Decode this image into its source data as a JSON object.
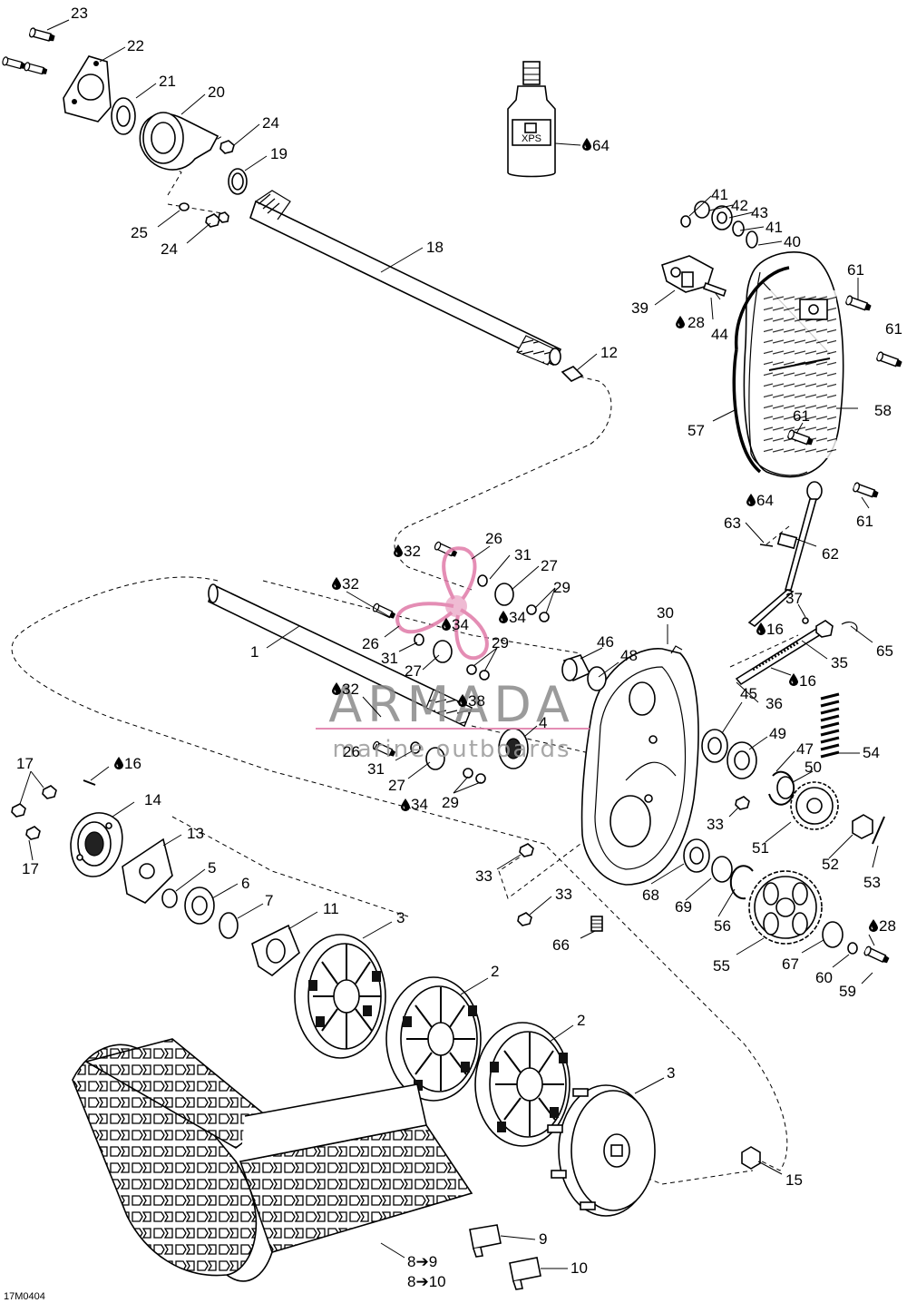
{
  "diagram_code": "17M0404",
  "watermark": {
    "main": "ARMADA",
    "sub": "marine outboards",
    "logo_color": "#e07aa8"
  },
  "bottle_label": "XPS",
  "labels": [
    {
      "id": "l23",
      "text": "23"
    },
    {
      "id": "l22",
      "text": "22"
    },
    {
      "id": "l21",
      "text": "21"
    },
    {
      "id": "l20",
      "text": "20"
    },
    {
      "id": "l24a",
      "text": "24"
    },
    {
      "id": "l19",
      "text": "19"
    },
    {
      "id": "l25",
      "text": "25"
    },
    {
      "id": "l24b",
      "text": "24"
    },
    {
      "id": "l18",
      "text": "18"
    },
    {
      "id": "l12",
      "text": "12"
    },
    {
      "id": "l64a",
      "text": "64"
    },
    {
      "id": "l41a",
      "text": "41"
    },
    {
      "id": "l42",
      "text": "42"
    },
    {
      "id": "l43",
      "text": "43"
    },
    {
      "id": "l41b",
      "text": "41"
    },
    {
      "id": "l40",
      "text": "40"
    },
    {
      "id": "l61a",
      "text": "61"
    },
    {
      "id": "l39",
      "text": "39"
    },
    {
      "id": "l28a",
      "text": "28"
    },
    {
      "id": "l44",
      "text": "44"
    },
    {
      "id": "l61b",
      "text": "61"
    },
    {
      "id": "l58",
      "text": "58"
    },
    {
      "id": "l57",
      "text": "57"
    },
    {
      "id": "l61c",
      "text": "61"
    },
    {
      "id": "l61d",
      "text": "61"
    },
    {
      "id": "l64b",
      "text": "64"
    },
    {
      "id": "l63",
      "text": "63"
    },
    {
      "id": "l62",
      "text": "62"
    },
    {
      "id": "l32a",
      "text": "32"
    },
    {
      "id": "l26a",
      "text": "26"
    },
    {
      "id": "l31a",
      "text": "31"
    },
    {
      "id": "l27a",
      "text": "27"
    },
    {
      "id": "l29a",
      "text": "29"
    },
    {
      "id": "l32b",
      "text": "32"
    },
    {
      "id": "l34a",
      "text": "34"
    },
    {
      "id": "l34b",
      "text": "34"
    },
    {
      "id": "l30",
      "text": "30"
    },
    {
      "id": "l37",
      "text": "37"
    },
    {
      "id": "l16a",
      "text": "16"
    },
    {
      "id": "l65",
      "text": "65"
    },
    {
      "id": "l1",
      "text": "1"
    },
    {
      "id": "l26b",
      "text": "26"
    },
    {
      "id": "l31b",
      "text": "31"
    },
    {
      "id": "l29b",
      "text": "29"
    },
    {
      "id": "l27b",
      "text": "27"
    },
    {
      "id": "l46",
      "text": "46"
    },
    {
      "id": "l48",
      "text": "48"
    },
    {
      "id": "l35",
      "text": "35"
    },
    {
      "id": "l16b",
      "text": "16"
    },
    {
      "id": "l32c",
      "text": "32"
    },
    {
      "id": "l38",
      "text": "38"
    },
    {
      "id": "l36",
      "text": "36"
    },
    {
      "id": "l4",
      "text": "4"
    },
    {
      "id": "l45",
      "text": "45"
    },
    {
      "id": "l54",
      "text": "54"
    },
    {
      "id": "l49",
      "text": "49"
    },
    {
      "id": "l47",
      "text": "47"
    },
    {
      "id": "l26c",
      "text": "26"
    },
    {
      "id": "l31c",
      "text": "31"
    },
    {
      "id": "l50",
      "text": "50"
    },
    {
      "id": "l17a",
      "text": "17"
    },
    {
      "id": "l16c",
      "text": "16"
    },
    {
      "id": "l27c",
      "text": "27"
    },
    {
      "id": "l14",
      "text": "14"
    },
    {
      "id": "l34c",
      "text": "34"
    },
    {
      "id": "l29c",
      "text": "29"
    },
    {
      "id": "l33a",
      "text": "33"
    },
    {
      "id": "l51",
      "text": "51"
    },
    {
      "id": "l52",
      "text": "52"
    },
    {
      "id": "l13",
      "text": "13"
    },
    {
      "id": "l17b",
      "text": "17"
    },
    {
      "id": "l5",
      "text": "5"
    },
    {
      "id": "l33b",
      "text": "33"
    },
    {
      "id": "l53",
      "text": "53"
    },
    {
      "id": "l6",
      "text": "6"
    },
    {
      "id": "l7",
      "text": "7"
    },
    {
      "id": "l33c",
      "text": "33"
    },
    {
      "id": "l68",
      "text": "68"
    },
    {
      "id": "l69",
      "text": "69"
    },
    {
      "id": "l11",
      "text": "11"
    },
    {
      "id": "l56",
      "text": "56"
    },
    {
      "id": "l3a",
      "text": "3"
    },
    {
      "id": "l66",
      "text": "66"
    },
    {
      "id": "l28b",
      "text": "28"
    },
    {
      "id": "l55",
      "text": "55"
    },
    {
      "id": "l67",
      "text": "67"
    },
    {
      "id": "l60",
      "text": "60"
    },
    {
      "id": "l59",
      "text": "59"
    },
    {
      "id": "l2a",
      "text": "2"
    },
    {
      "id": "l2b",
      "text": "2"
    },
    {
      "id": "l3b",
      "text": "3"
    },
    {
      "id": "l15",
      "text": "15"
    },
    {
      "id": "l9",
      "text": "9"
    },
    {
      "id": "l10",
      "text": "10"
    },
    {
      "id": "l89",
      "text": "8➔9"
    },
    {
      "id": "l810",
      "text": "8➔10"
    }
  ]
}
